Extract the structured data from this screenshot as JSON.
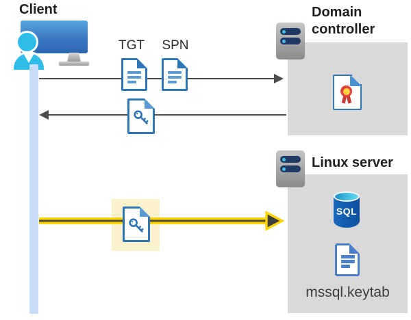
{
  "client": {
    "label": "Client"
  },
  "tickets": {
    "tgt": "TGT",
    "spn": "SPN"
  },
  "domain_controller": {
    "label": "Domain controller"
  },
  "linux_server": {
    "label": "Linux server"
  },
  "sql": {
    "badge": "SQL"
  },
  "keytab": {
    "label": "mssql.keytab"
  },
  "icons": {
    "client": "monitor-with-user-icon",
    "servers": "server-icon",
    "tickets": "document-icon",
    "key_ticket": "key-document-icon",
    "certificate": "certificate-document-icon",
    "database": "sql-database-icon"
  },
  "colors": {
    "doc_blue": "#2E75B6",
    "doc_line_blue": "#5B9BD5",
    "keytab_blue": "#4A7EC8",
    "arrow_gray": "#4D4D4D",
    "arrow_yellow": "#FFD400",
    "highlight_yellow": "#FAF2CC",
    "panel_gray": "#D9D9D9",
    "timeline_blue": "#C7DDF7",
    "server_navy": "#1F3864",
    "sql_blue": "#10549E",
    "cert_red": "#E0413A",
    "person_blue": "#30BCE9"
  }
}
